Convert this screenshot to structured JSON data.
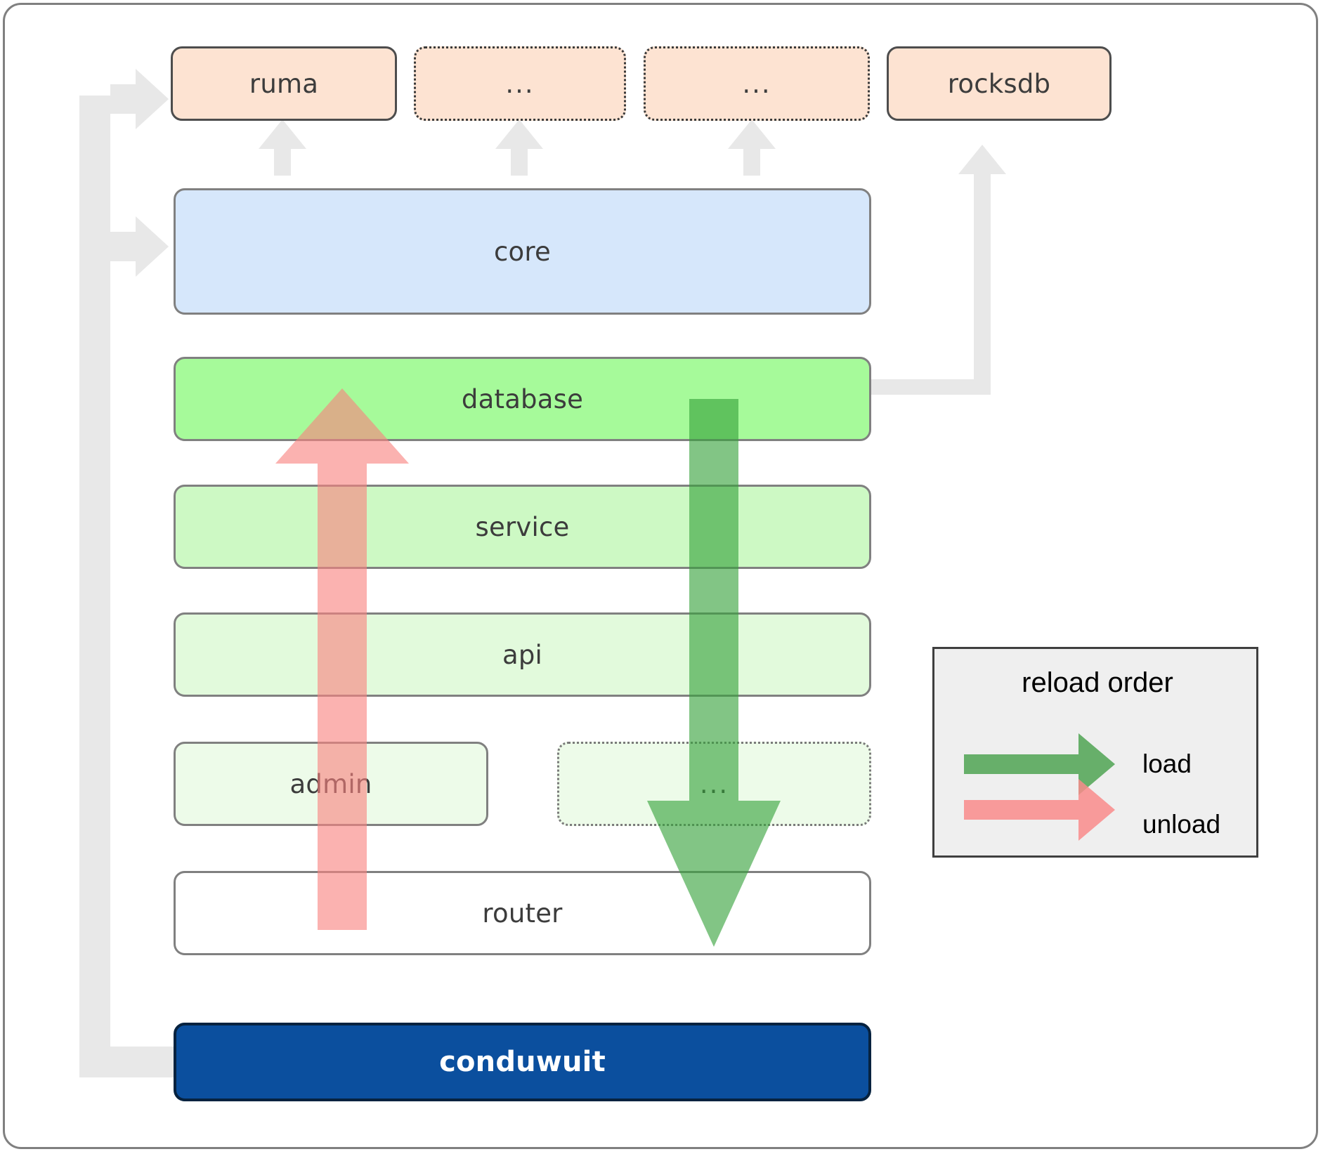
{
  "diagram": {
    "title": "conduwuit crate architecture / reload order",
    "frame_color": "#808080",
    "dependencies": [
      {
        "id": "ruma",
        "label": "ruma",
        "style": "solid",
        "fill": "#fde3d2"
      },
      {
        "id": "dep2",
        "label": "...",
        "style": "dotted",
        "fill": "#fde3d2"
      },
      {
        "id": "dep3",
        "label": "...",
        "style": "dotted",
        "fill": "#fde3d2"
      },
      {
        "id": "rocksdb",
        "label": "rocksdb",
        "style": "solid",
        "fill": "#fde3d2"
      }
    ],
    "core": {
      "label": "core",
      "fill": "#d6e7fb"
    },
    "layers": [
      {
        "id": "database",
        "label": "database",
        "fill": "#a6fa9a",
        "style": "solid"
      },
      {
        "id": "service",
        "label": "service",
        "fill": "#cdf9c4",
        "style": "solid"
      },
      {
        "id": "api",
        "label": "api",
        "fill": "#e2fadc",
        "style": "solid"
      }
    ],
    "bottom_layers": [
      {
        "id": "admin",
        "label": "admin",
        "fill": "#edfbe9",
        "style": "solid"
      },
      {
        "id": "more",
        "label": "...",
        "fill": "#edfbe9",
        "style": "dotted"
      }
    ],
    "router": {
      "label": "router",
      "fill": "#ffffff",
      "style": "solid"
    },
    "app": {
      "label": "conduwuit",
      "fill": "#0b4f9e",
      "text_color": "#ffffff"
    },
    "legend": {
      "title": "reload order",
      "entries": [
        {
          "id": "load",
          "label": "load",
          "color": "#4fa352"
        },
        {
          "id": "unload",
          "label": "unload",
          "color": "#f98b8b"
        }
      ],
      "background": "#efefef",
      "border": "#3f3f3f"
    },
    "flow_arrows": {
      "load": {
        "label": "load",
        "color": "#4fa352",
        "direction": "down"
      },
      "unload": {
        "label": "unload",
        "color": "#f98b8b",
        "direction": "up"
      }
    },
    "connector_color": "#e8e8e8"
  }
}
